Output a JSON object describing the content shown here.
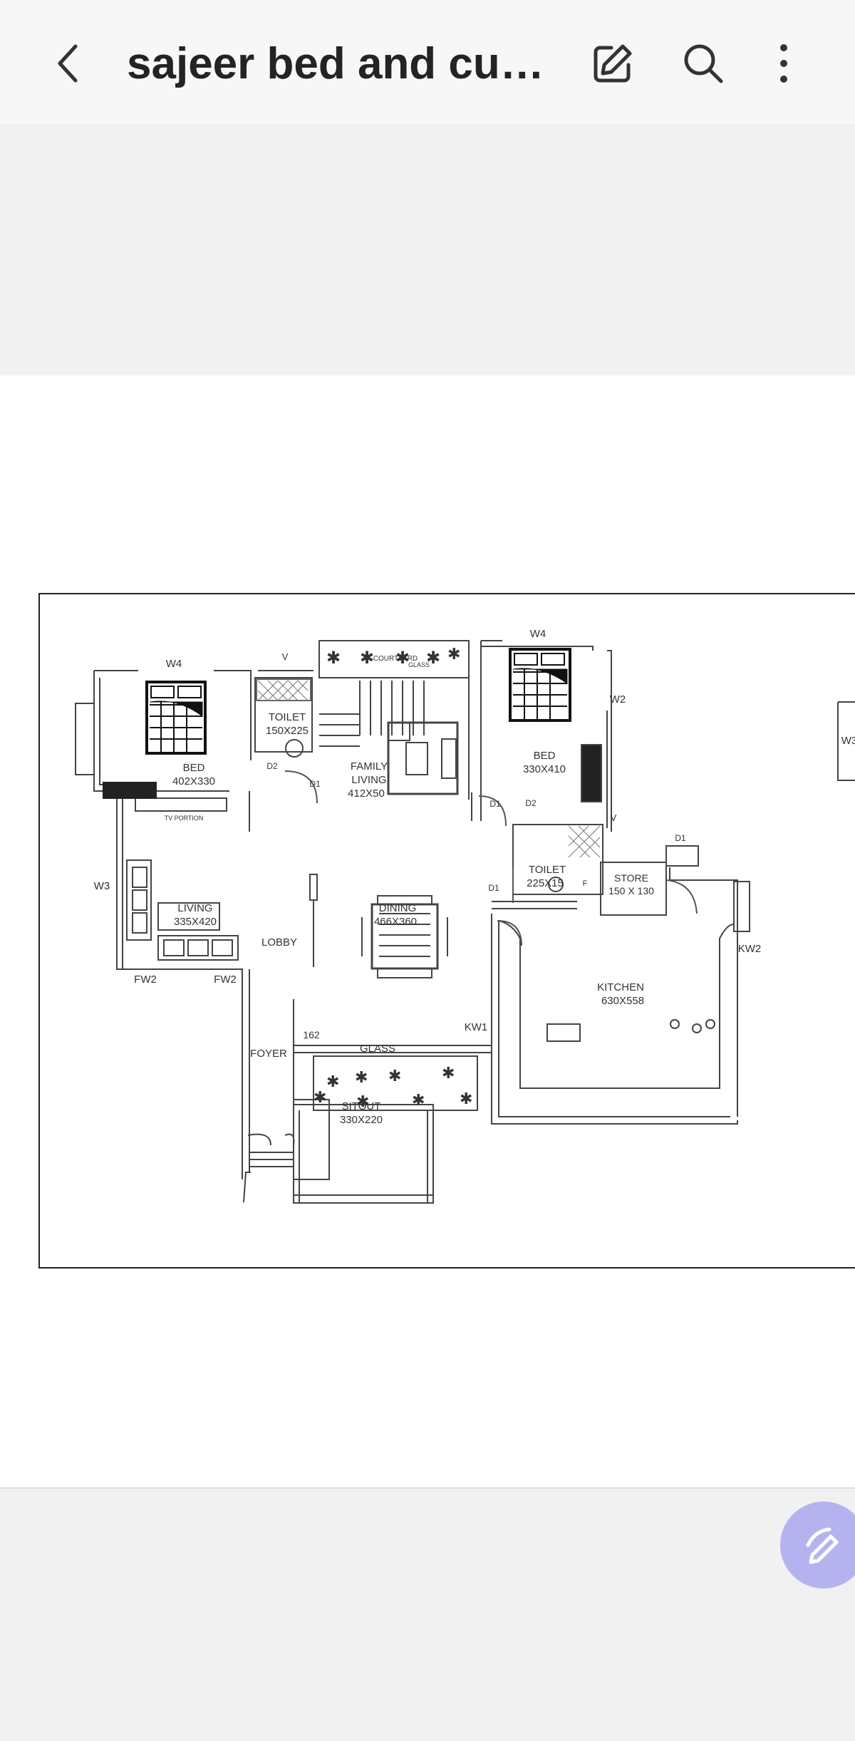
{
  "appbar": {
    "title": "sajeer bed and cup…",
    "icons": [
      "back-arrow-icon",
      "edit-icon",
      "search-icon",
      "more-vert-icon"
    ]
  },
  "plan_labels": {
    "bed1": "BED",
    "bed1_size": "402X330",
    "tv": "TV PORTION",
    "toilet1": "TOILET",
    "toilet1_size": "150X225",
    "family": "FAMILY",
    "family2": "LIVING",
    "family_size": "412X50",
    "courtyard": "COURTYARD",
    "glass_top": "GLASS",
    "bed2": "BED",
    "bed2_size": "330X410",
    "toilet2": "TOILET",
    "toilet2_size": "225X15",
    "store": "STORE",
    "store_size": "150 X 130",
    "living": "LIVING",
    "living_size": "335X420",
    "lobby": "LOBBY",
    "dining": "DINING",
    "dining_size": "466X360",
    "kitchen": "KITCHEN",
    "kitchen_size": "630X558",
    "foyer": "FOYER",
    "glass": "GLASS",
    "sitout": "SITOUT",
    "sitout_size": "330X220",
    "w4a": "W4",
    "w4b": "W4",
    "w2": "W2",
    "w3": "W3",
    "w3r": "W3",
    "fw2a": "FW2",
    "fw2b": "FW2",
    "kw1": "KW1",
    "kw2": "KW2",
    "d1a": "D1",
    "d1b": "D1",
    "d1c": "D1",
    "d1d": "D1",
    "d2a": "D2",
    "d2b": "D2",
    "v1": "V",
    "v2": "V",
    "num162": "162",
    "f": "F"
  }
}
